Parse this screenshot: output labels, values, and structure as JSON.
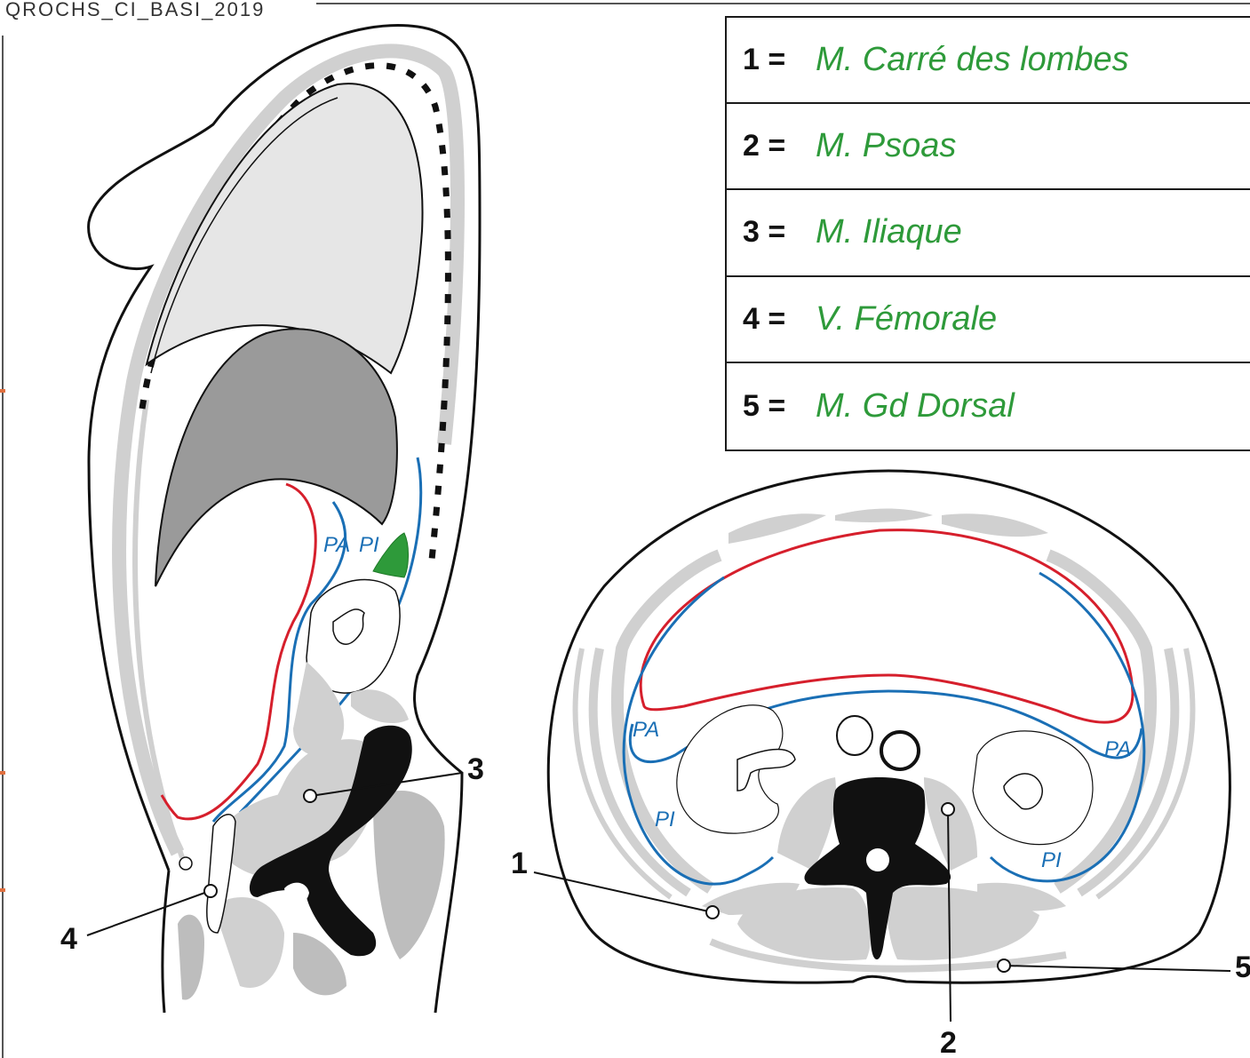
{
  "header_fragment": "QROCHS_CI_BASI_2019",
  "legend": [
    {
      "num": "1 =",
      "term": "M. Carré des lombes"
    },
    {
      "num": "2 =",
      "term": "M. Psoas"
    },
    {
      "num": "3 =",
      "term": "M. Iliaque"
    },
    {
      "num": "4 =",
      "term": "V. Fémorale"
    },
    {
      "num": "5 =",
      "term": "M. Gd Dorsal"
    }
  ],
  "sagittal": {
    "region_labels": {
      "pa": "PA",
      "pi": "PI"
    },
    "markers": {
      "m3": "3",
      "m4": "4"
    }
  },
  "transverse": {
    "region_labels": {
      "pa_left": "PA",
      "pa_right": "PA",
      "pi_left": "PI",
      "pi_right": "PI"
    },
    "markers": {
      "m1": "1",
      "m2": "2",
      "m5": "5"
    }
  },
  "colors": {
    "legend_text": "#2e9a3a",
    "peritoneum_red": "#d61f2c",
    "peritoneum_blue": "#1a6fb5",
    "highlight_green": "#2e9a3a",
    "muscle_gray": "#d0d0d0",
    "organ_dark": "#9a9a9a",
    "bone_black": "#111111"
  }
}
